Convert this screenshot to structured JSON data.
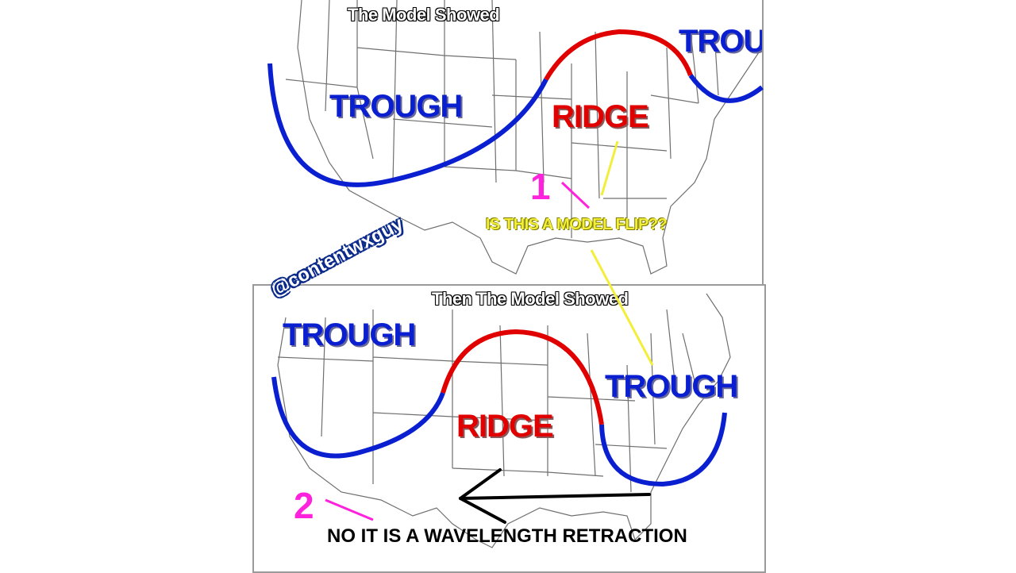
{
  "top_panel": {
    "caption": "The Model Showed",
    "labels": {
      "trough_west": "TROUGH",
      "ridge": "RIDGE",
      "trough_east": "TROU"
    }
  },
  "bottom_panel": {
    "caption": "Then The Model Showed",
    "labels": {
      "trough_west": "TROUGH",
      "ridge": "RIDGE",
      "trough_east": "TROUGH"
    }
  },
  "annotations": {
    "marker_1": "1",
    "marker_2": "2",
    "question": "IS THIS A MODEL FLIP??",
    "answer": "NO IT IS A WAVELENGTH RETRACTION",
    "watermark": "@contentwxguy"
  },
  "colors": {
    "trough": "#0a1fd0",
    "ridge": "#e00000",
    "marker": "#ff22dd",
    "question": "#f2ee3a",
    "map_lines": "#6f6f6f"
  },
  "icons": {
    "retraction_arrow": "left-arrow-icon"
  }
}
